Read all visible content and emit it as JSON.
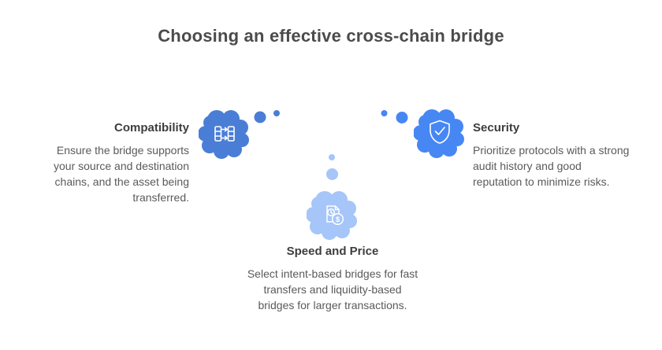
{
  "title": "Choosing an effective cross-chain bridge",
  "features": [
    {
      "label": "Compatibility",
      "description": "Ensure the bridge supports your source and destination chains, and the asset being transferred.",
      "icon": "cross-chain-bridge-icon",
      "color": "#4a7ed6"
    },
    {
      "label": "Security",
      "description": "Prioritize protocols with a strong audit history and good reputation to minimize risks.",
      "icon": "shield-check-icon",
      "color": "#4687f4"
    },
    {
      "label": "Speed and Price",
      "description": "Select intent-based bridges for fast transfers and liquidity-based bridges for larger transactions.",
      "icon": "document-clock-dollar-icon",
      "color": "#a6c5f8"
    }
  ],
  "colors": {
    "background": "#ffffff",
    "title_text": "#4b4b4b",
    "heading_text": "#3d3d3d",
    "body_text": "#5a5a5a",
    "icon_stroke": "#ffffff"
  }
}
